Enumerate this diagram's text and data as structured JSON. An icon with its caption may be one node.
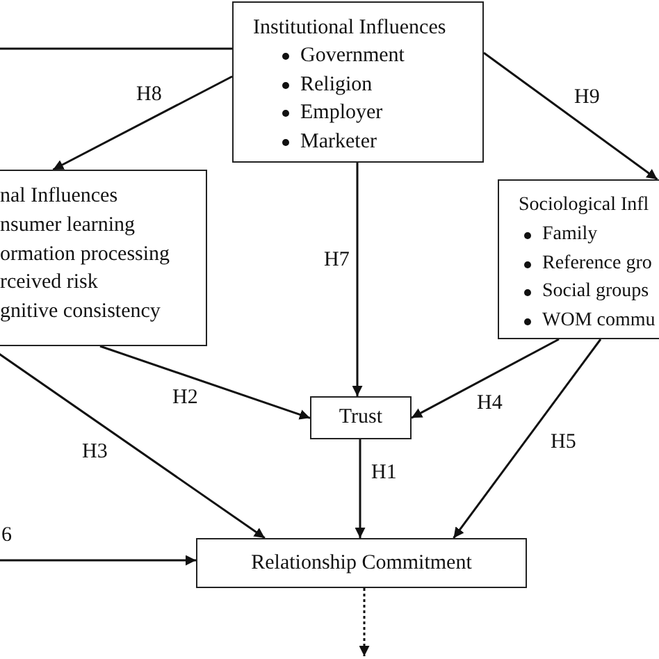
{
  "diagram": {
    "nodes": [
      {
        "text": [
          "Institutional Influences",
          "Government",
          "Religion",
          "Employer",
          "Marketer"
        ]
      },
      {
        "text": [
          "nal Influences",
          "nsumer learning",
          "ormation processing",
          "rceived risk",
          "gnitive consistency"
        ]
      },
      {
        "text": [
          "Sociological Infl",
          "Family",
          "Reference gro",
          "Social groups",
          "WOM commu"
        ]
      },
      {
        "text": [
          "Trust"
        ]
      },
      {
        "text": [
          "Relationship Commitment"
        ]
      }
    ],
    "edges": [
      {
        "from": null,
        "to": 0,
        "arrow": "none"
      },
      {
        "from": 0,
        "to": 1,
        "arrow": "to",
        "label": "H8"
      },
      {
        "from": 0,
        "to": 2,
        "arrow": "to",
        "label": "H9"
      },
      {
        "from": 0,
        "to": 3,
        "arrow": "to",
        "label": "H7"
      },
      {
        "from": 1,
        "to": 3,
        "arrow": "to",
        "label": "H2"
      },
      {
        "from": 2,
        "to": 3,
        "arrow": "to",
        "label": "H4"
      },
      {
        "from": 1,
        "to": 4,
        "arrow": "to",
        "label": "H3"
      },
      {
        "from": 3,
        "to": 4,
        "arrow": "to",
        "label": "H1"
      },
      {
        "from": 2,
        "to": 4,
        "arrow": "to",
        "label": "H5"
      },
      {
        "from": null,
        "to": 4,
        "arrow": "to",
        "label": "6"
      },
      {
        "from": 4,
        "to": null,
        "arrow": "to",
        "style": "dashed"
      }
    ]
  }
}
